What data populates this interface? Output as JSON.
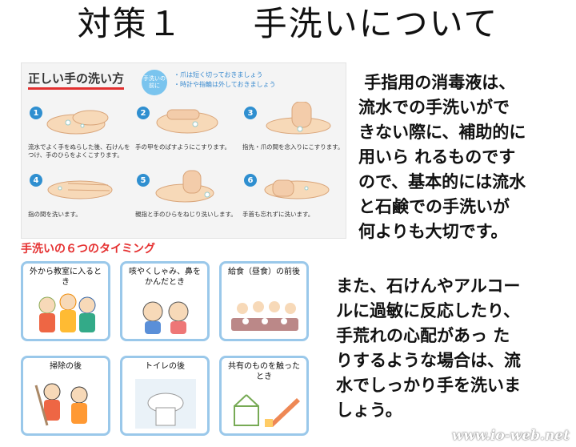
{
  "page": {
    "title": "対策１　　手洗いについて",
    "watermark": "www.io-web.net"
  },
  "handwash": {
    "title": "正しい手の洗い方",
    "note_badge": "手洗いの前に",
    "notes": [
      "・爪は短く切っておきましょう",
      "・時計や指輪は外しておきましょう"
    ],
    "steps": [
      {
        "num": "1",
        "caption": "流水でよく手をぬらした後、石けんをつけ、手のひらをよくこすります。"
      },
      {
        "num": "2",
        "caption": "手の甲をのばすようにこすります。"
      },
      {
        "num": "3",
        "caption": "指先・爪の間を念入りにこすります。"
      },
      {
        "num": "4",
        "caption": "指の間を洗います。"
      },
      {
        "num": "5",
        "caption": "親指と手のひらをねじり洗いします。"
      },
      {
        "num": "6",
        "caption": "手首も忘れずに洗います。"
      }
    ]
  },
  "timing": {
    "title": "手洗いの６つのタイミング",
    "cards": [
      {
        "label": "外から教室に入るとき"
      },
      {
        "label": "咳やくしゃみ、鼻をかんだとき"
      },
      {
        "label": "給食（昼食）の前後"
      },
      {
        "label": "掃除の後"
      },
      {
        "label": "トイレの後"
      },
      {
        "label": "共有のものを触ったとき"
      }
    ]
  },
  "text1": {
    "lines": [
      " 手指用の消毒液は、",
      "流水での手洗いがで",
      "きない際に、補助的に",
      "用いら れるものです",
      "ので、基本的には流水",
      "と石鹸での手洗いが",
      "何よりも大切です。"
    ]
  },
  "text2": {
    "lines": [
      "また、石けんやアルコー",
      "ルに過敏に反応したり、",
      "手荒れの心配があっ た",
      "りするような場合は、流",
      "水でしっかり手を洗いま",
      "しょう。"
    ]
  },
  "colors": {
    "accent_red": "#e53030",
    "card_border": "#9ac8ea",
    "step_blue": "#2f8fd0"
  }
}
